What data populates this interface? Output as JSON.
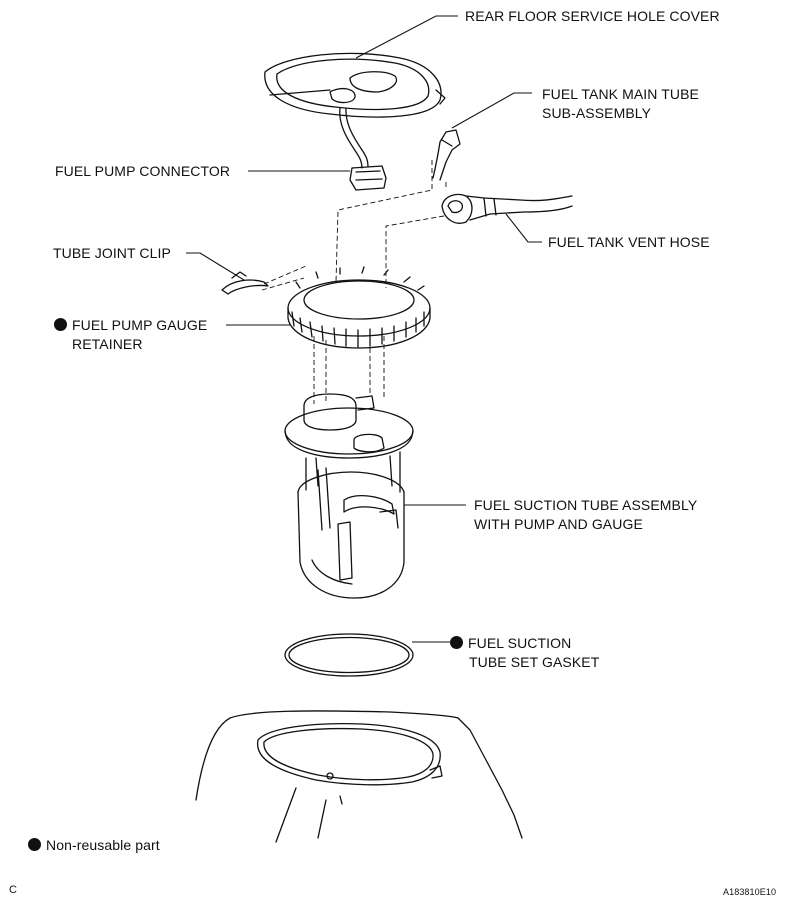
{
  "labels": {
    "rear_floor_cover": "REAR FLOOR SERVICE HOLE COVER",
    "main_tube_line1": "FUEL TANK MAIN TUBE",
    "main_tube_line2": "SUB-ASSEMBLY",
    "pump_connector": "FUEL PUMP CONNECTOR",
    "vent_hose": "FUEL TANK VENT HOSE",
    "joint_clip": "TUBE JOINT CLIP",
    "retainer_line1": "FUEL PUMP GAUGE",
    "retainer_line2": "RETAINER",
    "suction_assy_line1": "FUEL SUCTION TUBE ASSEMBLY",
    "suction_assy_line2": "WITH PUMP AND GAUGE",
    "gasket_line1": "FUEL SUCTION",
    "gasket_line2": "TUBE SET GASKET"
  },
  "legend": {
    "text": "Non-reusable part"
  },
  "footer": {
    "left_code": "C",
    "figure_id": "A183810E10"
  },
  "colors": {
    "ink": "#111111",
    "paper": "#ffffff"
  }
}
